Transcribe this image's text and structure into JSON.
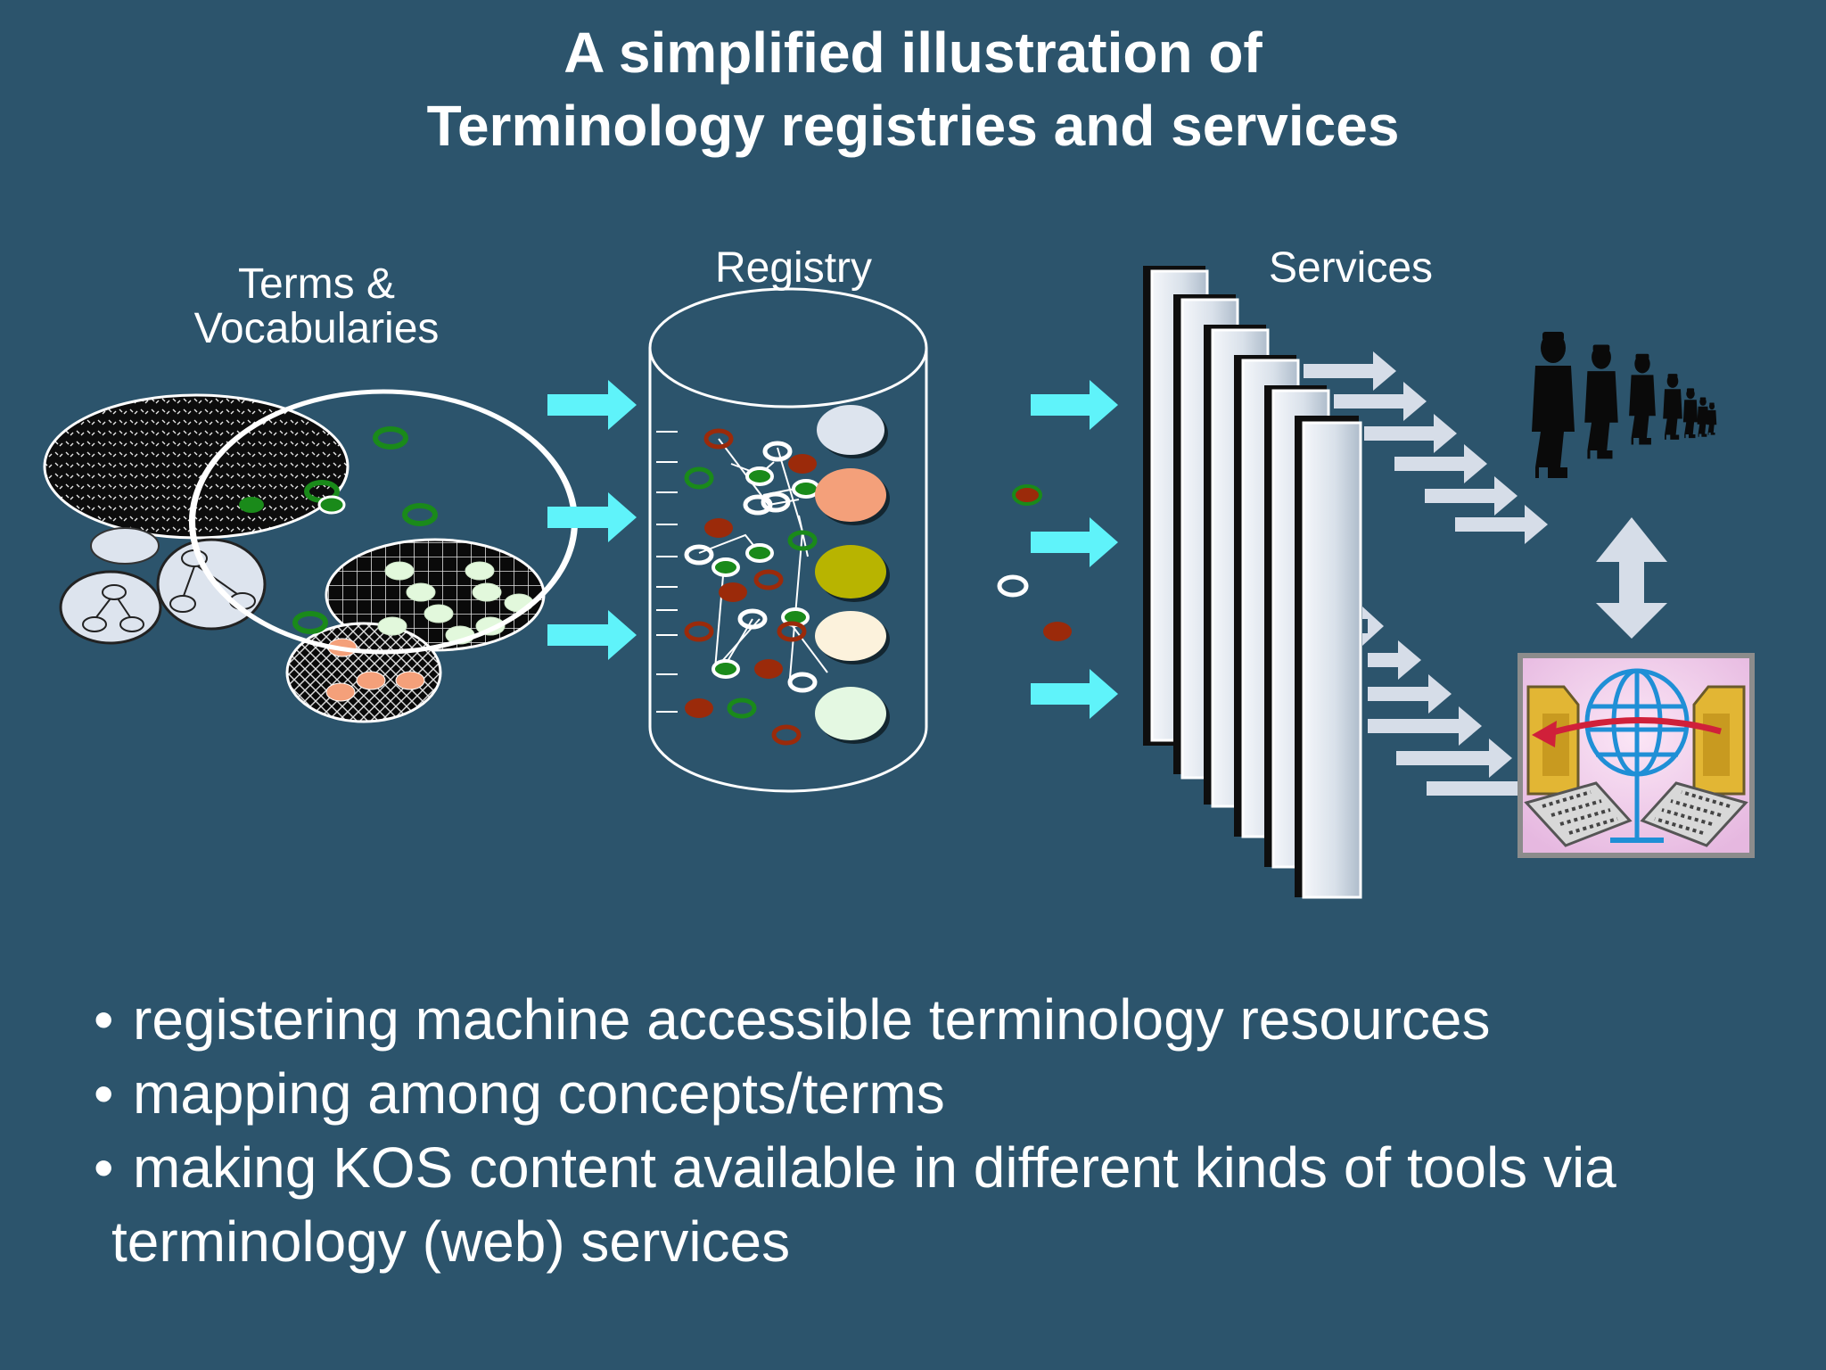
{
  "title": {
    "line1": "A simplified illustration of",
    "line2": "Terminology registries and services"
  },
  "labels": {
    "terms_line1": "Terms &",
    "terms_line2": "Vocabularies",
    "registry": "Registry",
    "services": "Services"
  },
  "bullets": [
    "registering machine accessible terminology resources",
    "mapping among concepts/terms",
    "making KOS content available in different kinds of tools via"
  ],
  "bullet_continuation": "terminology (web) services",
  "icons": {
    "people": "people-queue-icon",
    "network": "networked-computers-globe-icon",
    "arrows": "flow-arrow-icon"
  },
  "colors": {
    "background": "#2c546c",
    "flow_arrow": "#5ff3fa",
    "green_dot": "#1a8a1a",
    "rust_dot": "#9b2a0a",
    "light_shape": "#dde4ee",
    "salmon": "#f4a07a",
    "olive": "#b8b400"
  }
}
